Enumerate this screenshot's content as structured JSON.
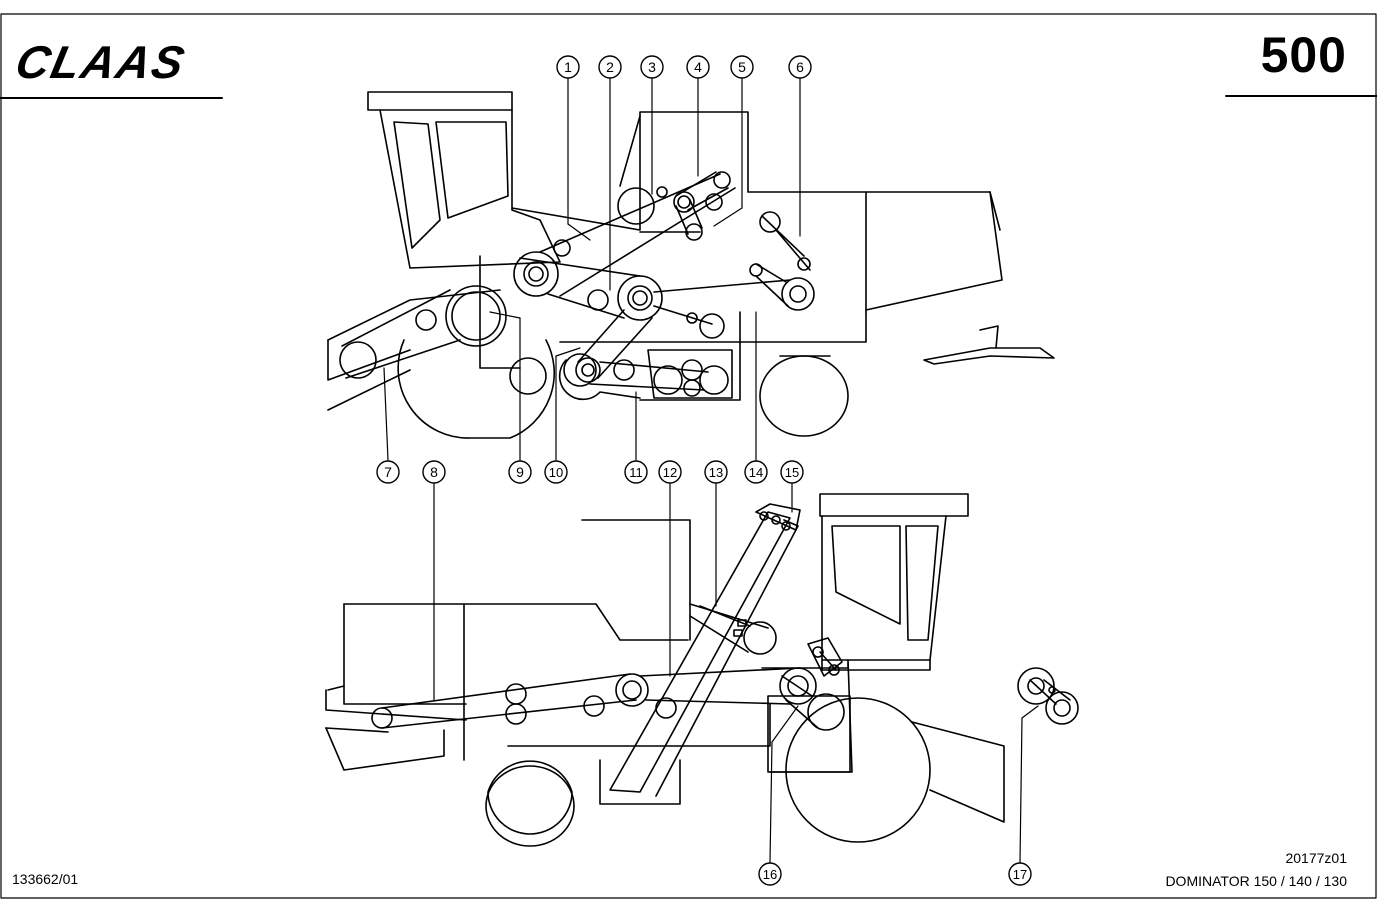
{
  "brand": {
    "logo_text": "CLAAS"
  },
  "page_number": "500",
  "drawing_number": "133662/01",
  "image_reference": "20177z01",
  "model_line": "DOMINATOR 150 / 140 / 130",
  "callouts": [
    "1",
    "2",
    "3",
    "4",
    "5",
    "6",
    "7",
    "8",
    "9",
    "10",
    "11",
    "12",
    "13",
    "14",
    "15",
    "16",
    "17"
  ],
  "colors": {
    "ink": "#000000",
    "paper": "#ffffff"
  }
}
